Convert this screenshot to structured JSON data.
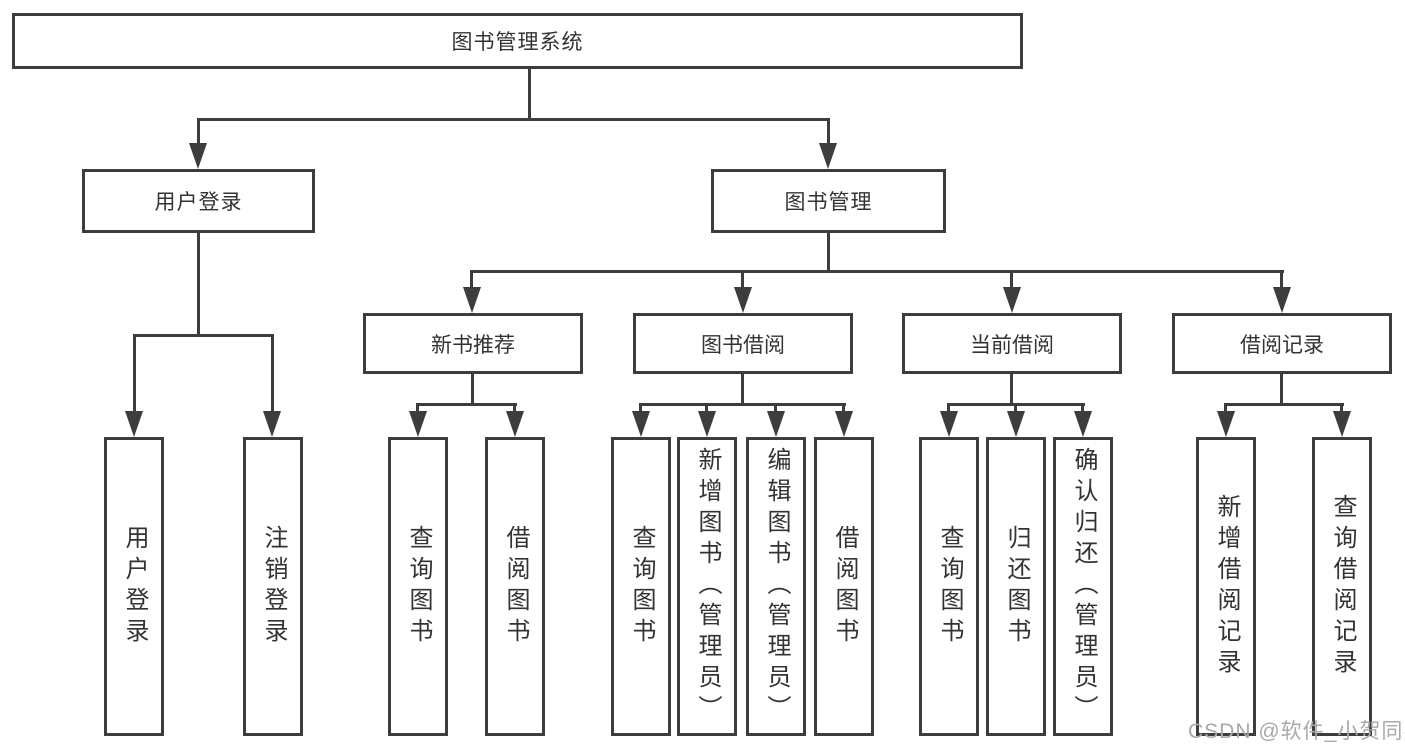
{
  "diagram": {
    "type": "hierarchy-tree",
    "title": "图书管理系统",
    "nodes": {
      "root": {
        "label": "图书管理系统"
      },
      "level2": [
        {
          "label": "用户登录"
        },
        {
          "label": "图书管理"
        }
      ],
      "level3": [
        {
          "label": "新书推荐",
          "parent": "图书管理"
        },
        {
          "label": "图书借阅",
          "parent": "图书管理"
        },
        {
          "label": "当前借阅",
          "parent": "图书管理"
        },
        {
          "label": "借阅记录",
          "parent": "图书管理"
        }
      ],
      "leaves": [
        {
          "label": "用户登录",
          "parent": "用户登录"
        },
        {
          "label": "注销登录",
          "parent": "用户登录"
        },
        {
          "label": "查询图书",
          "parent": "新书推荐"
        },
        {
          "label": "借阅图书",
          "parent": "新书推荐"
        },
        {
          "label": "查询图书",
          "parent": "图书借阅"
        },
        {
          "label": "新增图书（管理员）",
          "parent": "图书借阅"
        },
        {
          "label": "编辑图书（管理员）",
          "parent": "图书借阅"
        },
        {
          "label": "借阅图书",
          "parent": "图书借阅"
        },
        {
          "label": "查询图书",
          "parent": "当前借阅"
        },
        {
          "label": "归还图书",
          "parent": "当前借阅"
        },
        {
          "label": "确认归还（管理员）",
          "parent": "当前借阅"
        },
        {
          "label": "新增借阅记录",
          "parent": "借阅记录"
        },
        {
          "label": "查询借阅记录",
          "parent": "借阅记录"
        }
      ]
    },
    "colors": {
      "line": "#3d3d3d",
      "text": "#333333",
      "box_fill": "#ffffff",
      "background": "#ffffff",
      "watermark": "#a9a9a9"
    }
  },
  "watermark": {
    "text": "CSDN @软件_小贺同学"
  }
}
